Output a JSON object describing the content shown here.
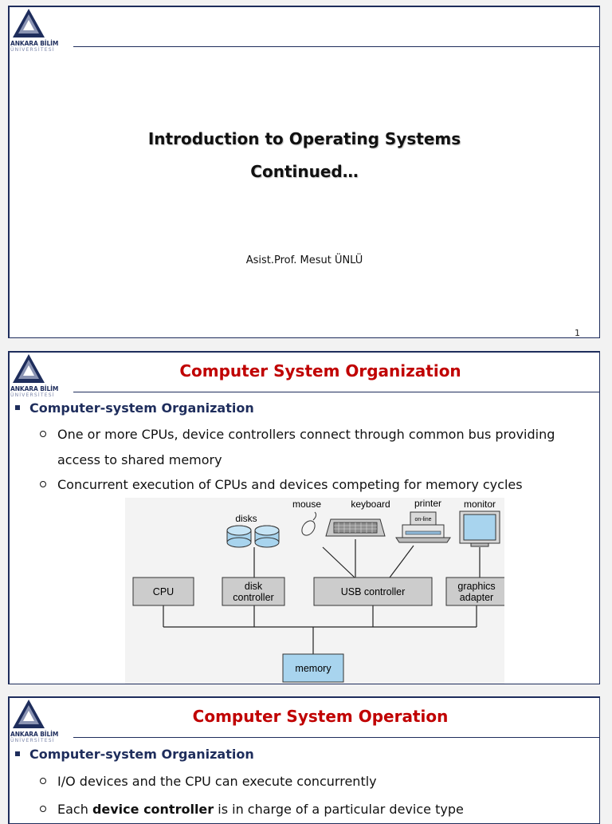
{
  "brand": {
    "name": "ANKARA BİLİM",
    "sub": "ÜNİVERSİTESİ",
    "navy": "#1e2d5c",
    "red": "#c00000"
  },
  "slides": [
    {
      "title_line1": "Introduction to Operating Systems",
      "title_line2": "Continued…",
      "author": "Asist.Prof. Mesut ÜNLÜ",
      "page": "1"
    },
    {
      "title": "Computer System Organization",
      "bullet": "Computer-system Organization",
      "sub_bullets": [
        "One or more CPUs, device controllers connect through common bus providing access to shared memory",
        "Concurrent execution of CPUs and devices competing for memory cycles"
      ],
      "diagram": {
        "devices": [
          "disks",
          "mouse",
          "keyboard",
          "printer",
          "monitor"
        ],
        "printer_label": "on-line",
        "boxes": {
          "cpu": "CPU",
          "disk_controller_1": "disk",
          "disk_controller_2": "controller",
          "usb": "USB controller",
          "graphics_1": "graphics",
          "graphics_2": "adapter",
          "memory": "memory"
        }
      }
    },
    {
      "title": "Computer System Operation",
      "bullet": "Computer-system Organization",
      "sub_bullet_1": "I/O devices and the CPU can execute concurrently",
      "sub_bullet_2_pre": "Each ",
      "sub_bullet_2_bold": "device controller",
      "sub_bullet_2_post": " is in charge of a particular device type"
    }
  ]
}
